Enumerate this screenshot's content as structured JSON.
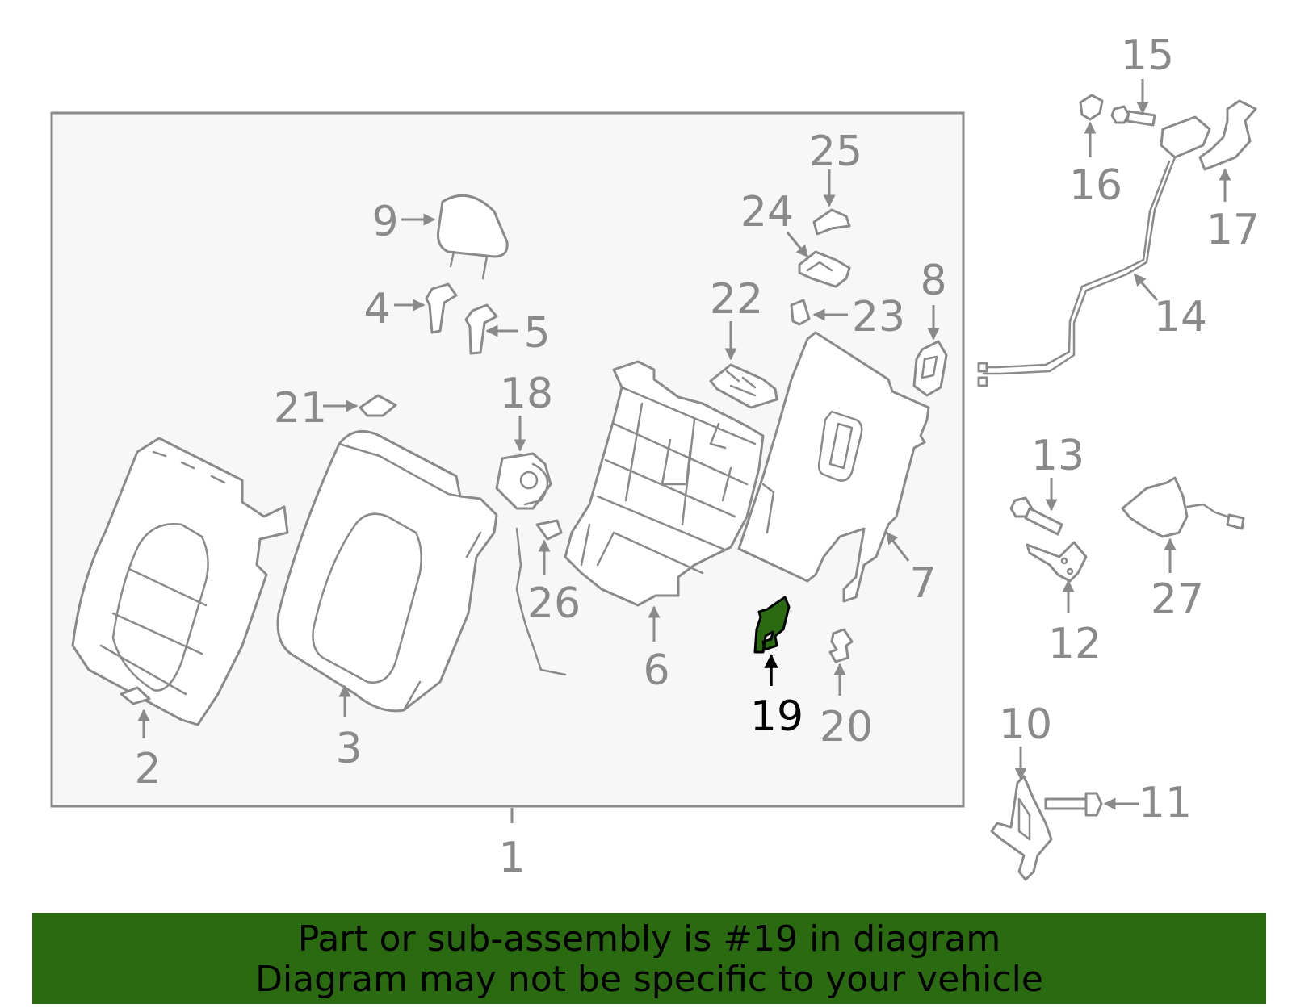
{
  "diagram": {
    "highlighted_part": "19",
    "highlight_color": "#2a6b12",
    "line_color": "#8a8a8a",
    "callouts": {
      "c1": "1",
      "c2": "2",
      "c3": "3",
      "c4": "4",
      "c5": "5",
      "c6": "6",
      "c7": "7",
      "c8": "8",
      "c9": "9",
      "c10": "10",
      "c11": "11",
      "c12": "12",
      "c13": "13",
      "c14": "14",
      "c15": "15",
      "c16": "16",
      "c17": "17",
      "c18": "18",
      "c19": "19",
      "c20": "20",
      "c21": "21",
      "c22": "22",
      "c23": "23",
      "c24": "24",
      "c25": "25",
      "c26": "26",
      "c27": "27"
    }
  },
  "banner": {
    "line1": "Part or sub-assembly is #19 in diagram",
    "line2": "Diagram may not be specific to your vehicle",
    "background": "#2a6b12"
  }
}
